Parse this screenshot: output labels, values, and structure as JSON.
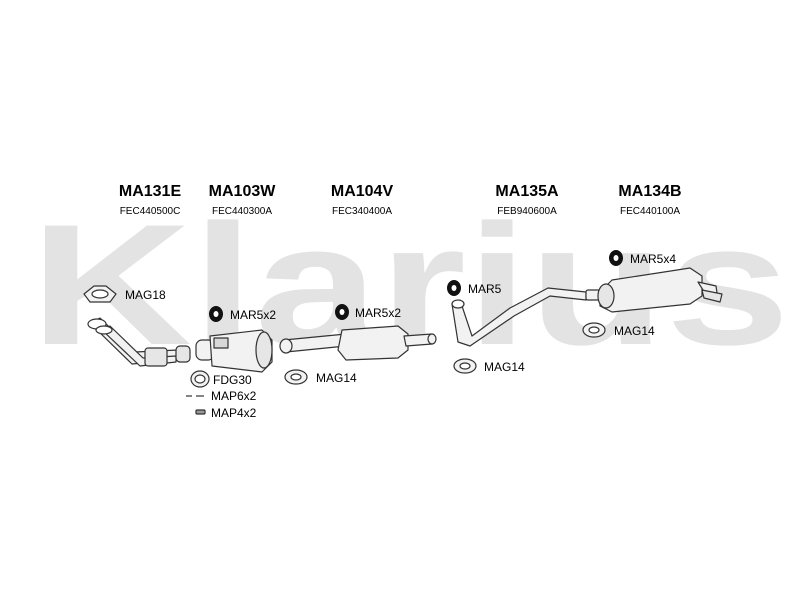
{
  "watermark_text": "Klarius",
  "parts": [
    {
      "code": "MA131E",
      "ref": "FEC440500C"
    },
    {
      "code": "MA103W",
      "ref": "FEC440300A"
    },
    {
      "code": "MA104V",
      "ref": "FEC340400A"
    },
    {
      "code": "MA135A",
      "ref": "FEB940600A"
    },
    {
      "code": "MA134B",
      "ref": "FEC440100A"
    }
  ],
  "fittings": {
    "mag18": "MAG18",
    "mar5x2_a": "MAR5x2",
    "mar5x2_b": "MAR5x2",
    "mar5": "MAR5",
    "mar5x4": "MAR5x4",
    "mag14_a": "MAG14",
    "mag14_b": "MAG14",
    "mag14_c": "MAG14",
    "fdg30": "FDG30",
    "map6x2": "MAP6x2",
    "map4x2": "MAP4x2"
  },
  "colors": {
    "watermark": "#e3e3e3",
    "pipe_fill": "#f2f2f2",
    "pipe_stroke": "#333333",
    "rubber": "#111111"
  }
}
